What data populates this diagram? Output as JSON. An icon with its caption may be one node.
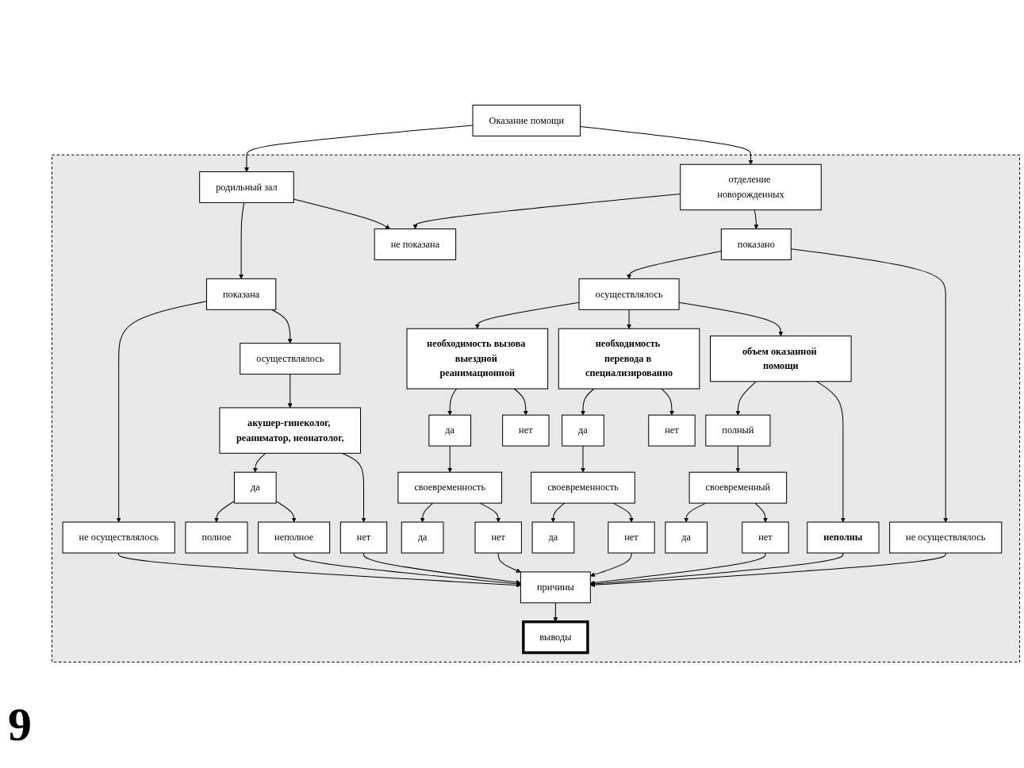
{
  "diagram": {
    "nodes": [
      {
        "text": [
          "Оказание помощи"
        ]
      },
      {
        "text": [],
        "shape": "box"
      },
      {
        "text": [
          "родильный зал"
        ],
        "in": 1
      },
      {
        "text": [
          "отделение новорожденных"
        ],
        "in": 1
      },
      {
        "text": [
          "показана"
        ],
        "in": 1
      },
      {
        "text": [
          "не показана"
        ],
        "in": 1
      },
      {
        "text": [
          "показано"
        ],
        "in": 1
      },
      {
        "text": [
          "не осуществлялось"
        ],
        "in": 1
      },
      {
        "text": [
          "осуществлялось"
        ],
        "in": 1
      },
      {
        "text": [
          "осуществлялось"
        ],
        "in": 1
      },
      {
        "text": [
          "не осуществлялось"
        ],
        "in": 1
      },
      {
        "text": [
          "акушер-гинеколог, реаниматор, неонатолог,"
        ],
        "in": 1
      },
      {
        "text": [
          "необходимость вызова выездной реанимационной"
        ],
        "in": 1
      },
      {
        "text": [
          "необходимость перевода в специализированно"
        ],
        "in": 1
      },
      {
        "text": [
          "объем оказанной помощи"
        ],
        "in": 1
      },
      {
        "text": [
          "да"
        ],
        "in": 1
      },
      {
        "text": [
          "нет"
        ],
        "in": 1
      },
      {
        "text": [
          "да"
        ],
        "in": 1
      },
      {
        "text": [
          "нет"
        ],
        "in": 1
      },
      {
        "text": [
          "да"
        ],
        "in": 1
      },
      {
        "text": [
          "нет"
        ],
        "in": 1
      },
      {
        "text": [
          "полный"
        ],
        "in": 1
      },
      {
        "text": [
          "неполны"
        ],
        "in": 1
      },
      {
        "text": [
          "полное"
        ],
        "in": 1
      },
      {
        "text": [
          "неполное"
        ],
        "in": 1
      },
      {
        "text": [
          "своевременность"
        ],
        "in": 1
      },
      {
        "text": [
          "своевременность"
        ],
        "in": 1
      },
      {
        "text": [
          "своевременный"
        ],
        "in": 1
      },
      {
        "text": [
          "да"
        ],
        "in": 1
      },
      {
        "text": [
          "нет"
        ],
        "in": 1
      },
      {
        "text": [
          "да"
        ],
        "in": 1
      },
      {
        "text": [
          "нет"
        ],
        "in": 1
      },
      {
        "text": [
          "да"
        ],
        "in": 1
      },
      {
        "text": [
          "нет"
        ],
        "in": 1
      },
      {
        "text": [
          "причины"
        ],
        "in": 1
      },
      {
        "text": [
          "выводы"
        ],
        "in": 1
      }
    ],
    "edges": [
      {
        "from": 0,
        "to": 2,
        "arrow": "to"
      },
      {
        "from": 0,
        "to": 3,
        "arrow": "to"
      },
      {
        "from": 2,
        "to": 4,
        "arrow": "to"
      },
      {
        "from": 2,
        "to": 5,
        "arrow": "to"
      },
      {
        "from": 3,
        "to": 5,
        "arrow": "to"
      },
      {
        "from": 3,
        "to": 6,
        "arrow": "to"
      },
      {
        "from": 4,
        "to": 7,
        "arrow": "to"
      },
      {
        "from": 4,
        "to": 8,
        "arrow": "to"
      },
      {
        "from": 6,
        "to": 9,
        "arrow": "to"
      },
      {
        "from": 6,
        "to": 10,
        "arrow": "to"
      },
      {
        "from": 8,
        "to": 11,
        "arrow": "to"
      },
      {
        "from": 9,
        "to": 12,
        "arrow": "to"
      },
      {
        "from": 9,
        "to": 13,
        "arrow": "to"
      },
      {
        "from": 9,
        "to": 14,
        "arrow": "to"
      },
      {
        "from": 11,
        "to": 15,
        "arrow": "to"
      },
      {
        "from": 11,
        "to": 16,
        "arrow": "to"
      },
      {
        "from": 12,
        "to": 17,
        "arrow": "to"
      },
      {
        "from": 12,
        "to": 18,
        "arrow": "to"
      },
      {
        "from": 13,
        "to": 19,
        "arrow": "to"
      },
      {
        "from": 13,
        "to": 20,
        "arrow": "to"
      },
      {
        "from": 14,
        "to": 21,
        "arrow": "to"
      },
      {
        "from": 14,
        "to": 22,
        "arrow": "to"
      },
      {
        "from": 15,
        "to": 23,
        "arrow": "to"
      },
      {
        "from": 15,
        "to": 24,
        "arrow": "to"
      },
      {
        "from": 17,
        "to": 25,
        "arrow": "to"
      },
      {
        "from": 19,
        "to": 26,
        "arrow": "to"
      },
      {
        "from": 21,
        "to": 27,
        "arrow": "to"
      },
      {
        "from": 25,
        "to": 28,
        "arrow": "to"
      },
      {
        "from": 25,
        "to": 29,
        "arrow": "to"
      },
      {
        "from": 26,
        "to": 30,
        "arrow": "to"
      },
      {
        "from": 26,
        "to": 31,
        "arrow": "to"
      },
      {
        "from": 27,
        "to": 32,
        "arrow": "to"
      },
      {
        "from": 27,
        "to": 33,
        "arrow": "to"
      },
      {
        "from": 7,
        "to": 34,
        "arrow": "to"
      },
      {
        "from": 24,
        "to": 34,
        "arrow": "to"
      },
      {
        "from": 16,
        "to": 34,
        "arrow": "to"
      },
      {
        "from": 29,
        "to": 34,
        "arrow": "to"
      },
      {
        "from": 31,
        "to": 34,
        "arrow": "to"
      },
      {
        "from": 33,
        "to": 34,
        "arrow": "to"
      },
      {
        "from": 22,
        "to": 34,
        "arrow": "to"
      },
      {
        "from": 10,
        "to": 34,
        "arrow": "to"
      },
      {
        "from": 34,
        "to": 35,
        "arrow": "to"
      }
    ],
    "labels": [
      "9"
    ]
  }
}
